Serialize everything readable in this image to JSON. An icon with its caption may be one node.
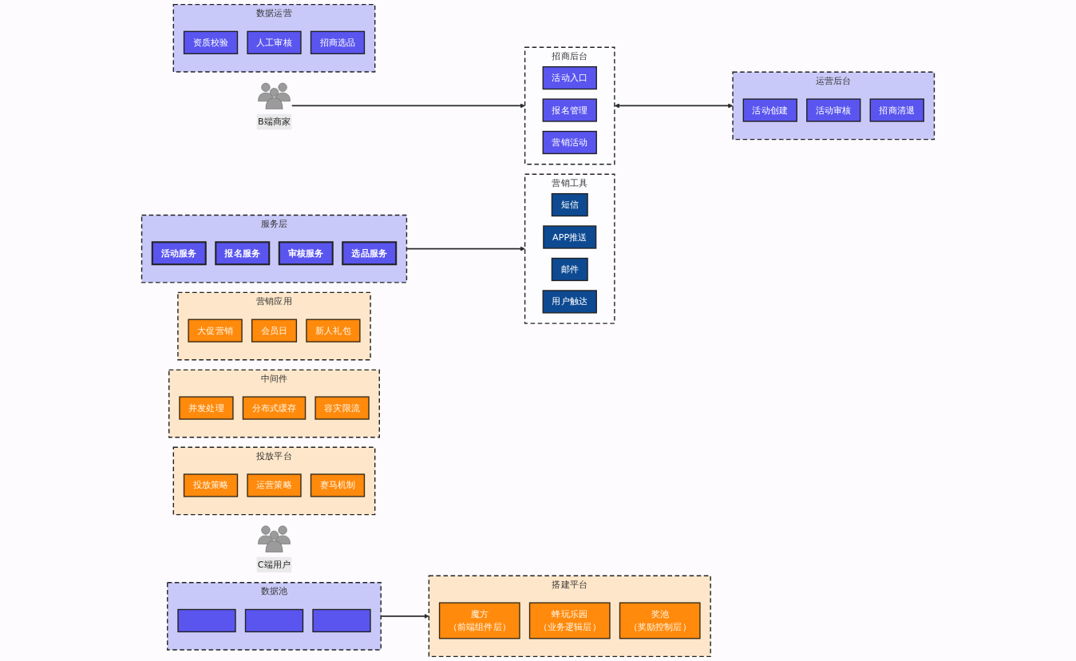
{
  "diagram": {
    "nodes": [
      {
        "text": [
          "B端商家"
        ]
      },
      {
        "text": [
          "招商后台"
        ]
      },
      {
        "text": [
          "活动入口"
        ],
        "in": 1
      },
      {
        "text": [
          "报名管理"
        ],
        "in": 1
      },
      {
        "text": [
          "营销活动"
        ],
        "in": 1
      },
      {
        "text": [
          "营销工具"
        ]
      },
      {
        "text": [
          "短信"
        ],
        "in": 5
      },
      {
        "text": [
          "APP推送"
        ],
        "in": 5
      },
      {
        "text": [
          "邮件"
        ],
        "in": 5
      },
      {
        "text": [
          "用户触达"
        ],
        "in": 5
      },
      {
        "text": [
          "运营后台"
        ]
      },
      {
        "text": [
          "活动创建"
        ],
        "in": 10
      },
      {
        "text": [
          "活动审核"
        ],
        "in": 10
      },
      {
        "text": [
          "招商清退"
        ],
        "in": 10
      },
      {
        "text": [
          "数据运营"
        ]
      },
      {
        "text": [
          "资质校验"
        ],
        "in": 14
      },
      {
        "text": [
          "人工审核"
        ],
        "in": 14
      },
      {
        "text": [
          "招商选品"
        ],
        "in": 14
      },
      {
        "text": [
          "服务层"
        ]
      },
      {
        "text": [
          "活动服务"
        ],
        "in": 18
      },
      {
        "text": [
          "报名服务"
        ],
        "in": 18
      },
      {
        "text": [
          "审核服务"
        ],
        "in": 18
      },
      {
        "text": [
          "选品服务"
        ],
        "in": 18
      },
      {
        "text": [
          "数据池"
        ]
      },
      {
        "text": [],
        "shape": "box",
        "in": 23
      },
      {
        "text": [],
        "shape": "box",
        "in": 23
      },
      {
        "text": [],
        "shape": "box",
        "in": 23
      },
      {
        "text": [
          "C端用户"
        ]
      },
      {
        "text": [
          "营销应用"
        ]
      },
      {
        "text": [
          "大促营销"
        ],
        "in": 28
      },
      {
        "text": [
          "会员日"
        ],
        "in": 28
      },
      {
        "text": [
          "新人礼包"
        ],
        "in": 28
      },
      {
        "text": [
          "中间件"
        ]
      },
      {
        "text": [
          "并发处理"
        ],
        "in": 32
      },
      {
        "text": [
          "分布式缓存"
        ],
        "in": 32
      },
      {
        "text": [
          "容灾限流"
        ],
        "in": 32
      },
      {
        "text": [
          "投放平台"
        ]
      },
      {
        "text": [
          "投放策略"
        ],
        "in": 36
      },
      {
        "text": [
          "运营策略"
        ],
        "in": 36
      },
      {
        "text": [
          "赛马机制"
        ],
        "in": 36
      },
      {
        "text": [
          "搭建平台"
        ]
      },
      {
        "text": [
          "魔方",
          "（前端组件层）"
        ],
        "in": 40
      },
      {
        "text": [
          "蜂玩乐园",
          "（业务逻辑层）"
        ],
        "in": 40
      },
      {
        "text": [
          "奖池",
          "（奖励控制层）"
        ],
        "in": 40
      }
    ],
    "edges": [
      {
        "from": 0,
        "to": 1,
        "arrow": "to"
      },
      {
        "from": 1,
        "to": 10,
        "arrow": "both"
      },
      {
        "from": 18,
        "to": 5,
        "arrow": "to"
      },
      {
        "from": 23,
        "to": 40,
        "arrow": "to"
      }
    ]
  }
}
